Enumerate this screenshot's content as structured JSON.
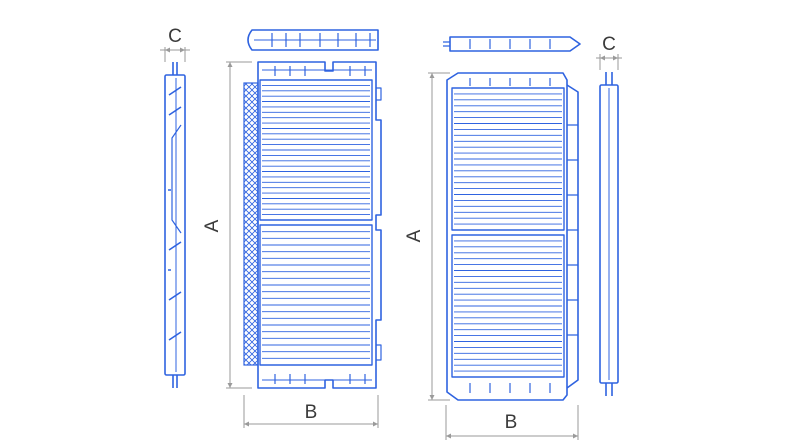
{
  "labels": {
    "dim_a": "A",
    "dim_b": "B",
    "dim_c": "C"
  },
  "colors": {
    "outline": "#2f63e0",
    "dimension": "#9a9a9a",
    "text": "#3a3a3a",
    "mesh": "#2f63e0"
  },
  "pleats": {
    "left_upper": 25,
    "left_lower": 20,
    "right_upper": 23,
    "right_lower": 23
  }
}
